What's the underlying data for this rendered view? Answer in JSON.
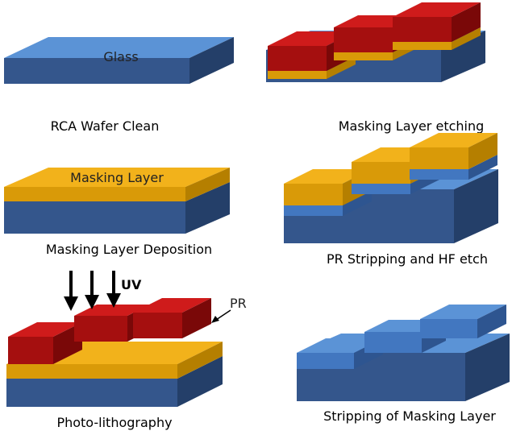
{
  "panels": [
    {
      "caption": "RCA Wafer Clean",
      "surface_label": "Glass"
    },
    {
      "caption": "Masking Layer etching"
    },
    {
      "caption": "Masking Layer Deposition",
      "surface_label": "Masking Layer"
    },
    {
      "caption": "PR Stripping and HF etch"
    },
    {
      "caption": "Photo-lithography",
      "uv_label": "UV",
      "pr_label": "PR"
    },
    {
      "caption": "Stripping of Masking Layer"
    }
  ],
  "colors": {
    "glass_top": "#5b93d6",
    "glass_front": "#34568c",
    "glass_side": "#243f69",
    "mask_top": "#f2b21b",
    "mask_front": "#d99a08",
    "mask_side": "#b57f00",
    "pr_top": "#cf1b1b",
    "pr_front": "#a50f0f",
    "pr_side": "#7a0808"
  }
}
